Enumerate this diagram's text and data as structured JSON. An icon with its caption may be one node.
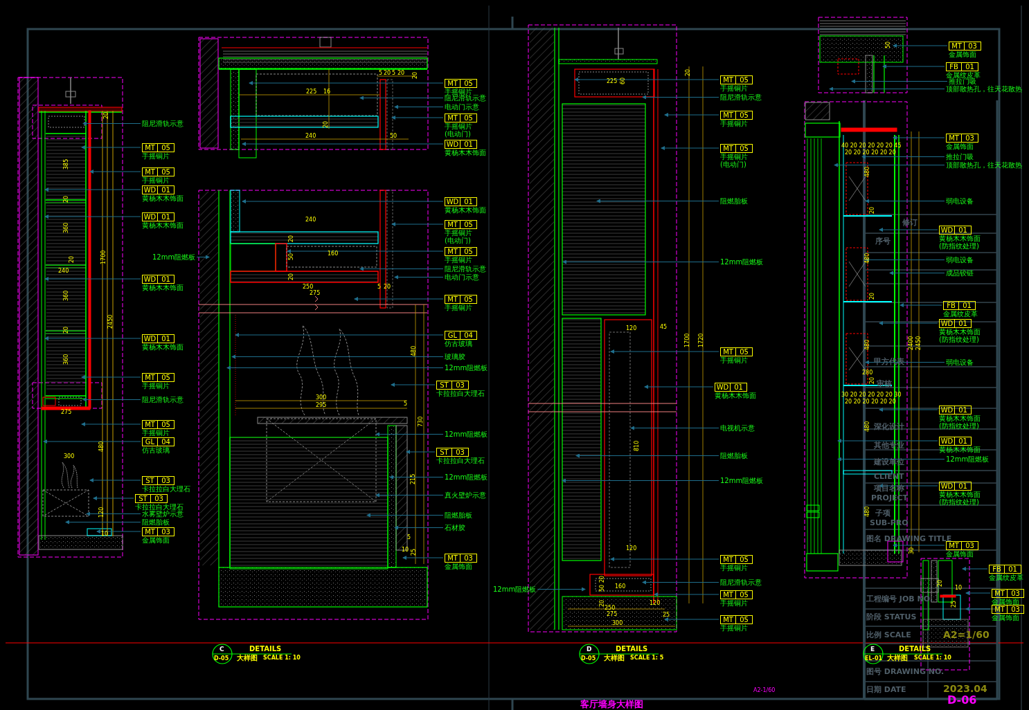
{
  "diagram": {
    "title": "客厅墙身大样图",
    "nodes": [
      {
        "text": [
          "阻尼滑轨示意"
        ]
      },
      {
        "text": [
          "MT",
          "05",
          "手摇铜片"
        ]
      },
      {
        "text": [
          "MT",
          "05",
          "手摇铜片"
        ]
      },
      {
        "text": [
          "WD",
          "01",
          "黄杨木木饰面"
        ]
      },
      {
        "text": [
          "WD",
          "01",
          "黄杨木木饰面"
        ]
      },
      {
        "text": [
          "12mm阻燃板"
        ]
      },
      {
        "text": [
          "WD",
          "01",
          "黄杨木木饰面"
        ]
      },
      {
        "text": [
          "WD",
          "01",
          "黄杨木木饰面"
        ]
      },
      {
        "text": [
          "MT",
          "05",
          "手摇铜片"
        ]
      },
      {
        "text": [
          "阻尼滑轨示意"
        ]
      },
      {
        "text": [
          "MT",
          "05",
          "手摇铜片"
        ]
      },
      {
        "text": [
          "GL",
          "04",
          "仿古玻璃"
        ]
      },
      {
        "text": [
          "ST",
          "03",
          "卡拉拉白大理石"
        ]
      },
      {
        "text": [
          "ST",
          "03",
          "卡拉拉白大理石"
        ]
      },
      {
        "text": [
          "水雾壁炉示意"
        ]
      },
      {
        "text": [
          "阻燃胎板"
        ]
      },
      {
        "text": [
          "MT",
          "03",
          "金属饰面"
        ]
      },
      {
        "text": [
          "MT",
          "05",
          "手摇铜片"
        ]
      },
      {
        "text": [
          "阻尼滑轨示意"
        ]
      },
      {
        "text": [
          "电动门示意"
        ]
      },
      {
        "text": [
          "MT",
          "05",
          "手摇铜片(电动门)"
        ]
      },
      {
        "text": [
          "WD",
          "01",
          "黄杨木木饰面"
        ]
      },
      {
        "text": [
          "WD",
          "01",
          "黄杨木木饰面"
        ]
      },
      {
        "text": [
          "MT",
          "05",
          "手摇铜片(电动门)"
        ]
      },
      {
        "text": [
          "MT",
          "05",
          "手摇铜片"
        ]
      },
      {
        "text": [
          "阻尼滑轨示意"
        ]
      },
      {
        "text": [
          "电动门示意"
        ]
      },
      {
        "text": [
          "MT",
          "05",
          "手摇铜片"
        ]
      },
      {
        "text": [
          "GL",
          "04",
          "仿古玻璃"
        ]
      },
      {
        "text": [
          "玻璃胶"
        ]
      },
      {
        "text": [
          "12mm阻燃板"
        ]
      },
      {
        "text": [
          "ST",
          "03",
          "卡拉拉白大理石"
        ]
      },
      {
        "text": [
          "12mm阻燃板"
        ]
      },
      {
        "text": [
          "ST",
          "03",
          "卡拉拉白大理石"
        ]
      },
      {
        "text": [
          "12mm阻燃板"
        ]
      },
      {
        "text": [
          "真火壁炉示意"
        ]
      },
      {
        "text": [
          "阻燃胎板"
        ]
      },
      {
        "text": [
          "石材胶"
        ]
      },
      {
        "text": [
          "MT",
          "03",
          "金属饰面"
        ]
      },
      {
        "text": [
          "MT",
          "05",
          "手摇铜片"
        ]
      },
      {
        "text": [
          "阻尼滑轨示意"
        ]
      },
      {
        "text": [
          "MT",
          "05",
          "手摇铜片"
        ]
      },
      {
        "text": [
          "MT",
          "05",
          "手摇铜片(电动门)"
        ]
      },
      {
        "text": [
          "阻燃胎板"
        ]
      },
      {
        "text": [
          "12mm阻燃板"
        ]
      },
      {
        "text": [
          "MT",
          "05",
          "手摇铜片"
        ]
      },
      {
        "text": [
          "WD",
          "01",
          "黄杨木木饰面"
        ]
      },
      {
        "text": [
          "电视机示意"
        ]
      },
      {
        "text": [
          "阻燃胎板"
        ]
      },
      {
        "text": [
          "12mm阻燃板"
        ]
      },
      {
        "text": [
          "MT",
          "05",
          "手摇铜片"
        ]
      },
      {
        "text": [
          "阻尼滑轨示意"
        ]
      },
      {
        "text": [
          "MT",
          "05",
          "手摇铜片"
        ]
      },
      {
        "text": [
          "MT",
          "05",
          "手摇铜片"
        ]
      },
      {
        "text": [
          "12mm阻燃板"
        ]
      },
      {
        "text": [
          "MT",
          "03",
          "金属饰面"
        ]
      },
      {
        "text": [
          "FB",
          "01",
          "金属纹皮革"
        ]
      },
      {
        "text": [
          "推拉门吸"
        ]
      },
      {
        "text": [
          "顶部散热孔，往天花散热"
        ]
      },
      {
        "text": [
          "MT",
          "03",
          "金属饰面"
        ]
      },
      {
        "text": [
          "推拉门吸"
        ]
      },
      {
        "text": [
          "顶部散热孔，往天花散热"
        ]
      },
      {
        "text": [
          "弱电设备"
        ]
      },
      {
        "text": [
          "WD",
          "01",
          "黄杨木木饰面(防指纹处理)"
        ]
      },
      {
        "text": [
          "弱电设备"
        ]
      },
      {
        "text": [
          "成品铰链"
        ]
      },
      {
        "text": [
          "FB",
          "01",
          "金属纹皮革"
        ]
      },
      {
        "text": [
          "WD",
          "01",
          "黄杨木木饰面(防指纹处理)"
        ]
      },
      {
        "text": [
          "弱电设备"
        ]
      },
      {
        "text": [
          "WD",
          "01",
          "黄杨木木饰面(防指纹处理)"
        ]
      },
      {
        "text": [
          "WD",
          "01",
          "黄杨木木饰面"
        ]
      },
      {
        "text": [
          "12mm阻燃板"
        ]
      },
      {
        "text": [
          "WD",
          "01",
          "黄杨木木饰面(防指纹处理)"
        ]
      },
      {
        "text": [
          "MT",
          "03",
          "金属饰面"
        ]
      },
      {
        "text": [
          "FB",
          "01",
          "金属纹皮革"
        ]
      },
      {
        "text": [
          "MT",
          "03",
          "金属饰面"
        ]
      },
      {
        "text": [
          "MT",
          "03",
          "金属饰面"
        ]
      },
      {
        "text": [],
        "shape": "picture"
      },
      {
        "text": [],
        "shape": "picture"
      },
      {
        "text": [],
        "shape": "picture"
      },
      {
        "text": [],
        "shape": "picture"
      },
      {
        "text": [],
        "shape": "picture"
      },
      {
        "text": [],
        "shape": "picture"
      }
    ],
    "edges": [
      {
        "from": 0,
        "to": 77,
        "arrow": "to"
      },
      {
        "from": 1,
        "to": 77,
        "arrow": "to"
      },
      {
        "from": 2,
        "to": 77,
        "arrow": "to"
      },
      {
        "from": 3,
        "to": 77,
        "arrow": "to"
      },
      {
        "from": 4,
        "to": 77,
        "arrow": "to"
      },
      {
        "from": 5,
        "to": 79,
        "arrow": "to"
      },
      {
        "from": 6,
        "to": 77,
        "arrow": "to"
      },
      {
        "from": 7,
        "to": 77,
        "arrow": "to"
      },
      {
        "from": 8,
        "to": 77,
        "arrow": "to"
      },
      {
        "from": 9,
        "to": 77,
        "arrow": "to"
      },
      {
        "from": 10,
        "to": 77,
        "arrow": "to"
      },
      {
        "from": 11,
        "to": 77,
        "arrow": "to"
      },
      {
        "from": 12,
        "to": 77,
        "arrow": "to"
      },
      {
        "from": 13,
        "to": 77,
        "arrow": "to"
      },
      {
        "from": 14,
        "to": 77,
        "arrow": "to"
      },
      {
        "from": 15,
        "to": 77,
        "arrow": "to"
      },
      {
        "from": 16,
        "to": 77,
        "arrow": "to"
      },
      {
        "from": 17,
        "to": 78,
        "arrow": "to"
      },
      {
        "from": 18,
        "to": 78,
        "arrow": "to"
      },
      {
        "from": 19,
        "to": 78,
        "arrow": "to"
      },
      {
        "from": 20,
        "to": 78,
        "arrow": "to"
      },
      {
        "from": 21,
        "to": 78,
        "arrow": "to"
      },
      {
        "from": 22,
        "to": 79,
        "arrow": "to"
      },
      {
        "from": 23,
        "to": 79,
        "arrow": "to"
      },
      {
        "from": 24,
        "to": 79,
        "arrow": "to"
      },
      {
        "from": 25,
        "to": 79,
        "arrow": "to"
      },
      {
        "from": 26,
        "to": 79,
        "arrow": "to"
      },
      {
        "from": 27,
        "to": 79,
        "arrow": "to"
      },
      {
        "from": 28,
        "to": 79,
        "arrow": "to"
      },
      {
        "from": 29,
        "to": 79,
        "arrow": "to"
      },
      {
        "from": 30,
        "to": 79,
        "arrow": "to"
      },
      {
        "from": 31,
        "to": 79,
        "arrow": "to"
      },
      {
        "from": 32,
        "to": 79,
        "arrow": "to"
      },
      {
        "from": 33,
        "to": 79,
        "arrow": "to"
      },
      {
        "from": 34,
        "to": 79,
        "arrow": "to"
      },
      {
        "from": 35,
        "to": 79,
        "arrow": "to"
      },
      {
        "from": 36,
        "to": 79,
        "arrow": "to"
      },
      {
        "from": 37,
        "to": 79,
        "arrow": "to"
      },
      {
        "from": 38,
        "to": 79,
        "arrow": "to"
      },
      {
        "from": 39,
        "to": 80,
        "arrow": "to"
      },
      {
        "from": 40,
        "to": 80,
        "arrow": "to"
      },
      {
        "from": 41,
        "to": 80,
        "arrow": "to"
      },
      {
        "from": 42,
        "to": 80,
        "arrow": "to"
      },
      {
        "from": 43,
        "to": 80,
        "arrow": "to"
      },
      {
        "from": 44,
        "to": 80,
        "arrow": "to"
      },
      {
        "from": 45,
        "to": 80,
        "arrow": "to"
      },
      {
        "from": 46,
        "to": 80,
        "arrow": "to"
      },
      {
        "from": 47,
        "to": 80,
        "arrow": "to"
      },
      {
        "from": 48,
        "to": 80,
        "arrow": "to"
      },
      {
        "from": 49,
        "to": 80,
        "arrow": "to"
      },
      {
        "from": 50,
        "to": 80,
        "arrow": "to"
      },
      {
        "from": 51,
        "to": 80,
        "arrow": "to"
      },
      {
        "from": 52,
        "to": 80,
        "arrow": "to"
      },
      {
        "from": 53,
        "to": 80,
        "arrow": "to"
      },
      {
        "from": 54,
        "to": 80,
        "arrow": "to"
      },
      {
        "from": 55,
        "to": 81,
        "arrow": "to"
      },
      {
        "from": 56,
        "to": 81,
        "arrow": "to"
      },
      {
        "from": 57,
        "to": 81,
        "arrow": "to"
      },
      {
        "from": 58,
        "to": 81,
        "arrow": "to"
      },
      {
        "from": 59,
        "to": 81,
        "arrow": "to"
      },
      {
        "from": 60,
        "to": 81,
        "arrow": "to"
      },
      {
        "from": 61,
        "to": 81,
        "arrow": "to"
      },
      {
        "from": 62,
        "to": 81,
        "arrow": "to"
      },
      {
        "from": 63,
        "to": 81,
        "arrow": "to"
      },
      {
        "from": 64,
        "to": 81,
        "arrow": "to"
      },
      {
        "from": 65,
        "to": 81,
        "arrow": "to"
      },
      {
        "from": 66,
        "to": 81,
        "arrow": "to"
      },
      {
        "from": 67,
        "to": 81,
        "arrow": "to"
      },
      {
        "from": 68,
        "to": 81,
        "arrow": "to"
      },
      {
        "from": 69,
        "to": 81,
        "arrow": "to"
      },
      {
        "from": 70,
        "to": 81,
        "arrow": "to"
      },
      {
        "from": 71,
        "to": 81,
        "arrow": "to"
      },
      {
        "from": 72,
        "to": 81,
        "arrow": "to"
      },
      {
        "from": 73,
        "to": 81,
        "arrow": "to"
      },
      {
        "from": 74,
        "to": 82,
        "arrow": "to"
      },
      {
        "from": 75,
        "to": 82,
        "arrow": "to"
      },
      {
        "from": 76,
        "to": 82,
        "arrow": "to"
      }
    ],
    "labels": [
      "20",
      "385",
      "20",
      "360",
      "240",
      "20",
      "360",
      "20",
      "360",
      "1700",
      "2450",
      "275",
      "300",
      "480",
      "120",
      "10",
      "5",
      "20",
      "5",
      "20",
      "20",
      "225",
      "16",
      "20",
      "240",
      "50",
      "240",
      "20",
      "50",
      "160",
      "20",
      "250",
      "275",
      "5",
      "20",
      "480",
      "300",
      "295",
      "5",
      "730",
      "215",
      "5",
      "10",
      "25",
      "20",
      "225",
      "60",
      "120",
      "45",
      "1700",
      "1720",
      "810",
      "120",
      "20",
      "50",
      "160",
      "20",
      "250",
      "275",
      "120",
      "25",
      "300",
      "50",
      "40 20 20 20 20 20 45",
      "20 20 20 20 20 20",
      "480",
      "20",
      "480",
      "20",
      "480",
      "280",
      "20",
      "30 20 20 20 20 20 30",
      "20 20 20 20 20 20",
      "480",
      "480",
      "2400",
      "2450",
      "30",
      "20",
      "10",
      "25",
      "C",
      "D-05",
      "DETAILS",
      "大样图",
      "SCALE 1: 10",
      "D",
      "D-05",
      "DETAILS",
      "大样图",
      "SCALE 1: 5",
      "E",
      "EL-01",
      "DETAILS",
      "大样图",
      "SCALE 1: 10",
      "修订",
      "序号",
      "甲方代表",
      "审核",
      "深化设计",
      "其他专业",
      "建设单位",
      "CLIENT",
      "项目名称",
      "PROJECT",
      "子项",
      "SUB-PRO",
      "图名 DRAWING TITLE",
      "工程编号 JOB NO.",
      "阶段 STATUS",
      "比例 SCALE",
      "A2=1/60",
      "图号 DRAWING NO.",
      "日期 DATE",
      "2023.04",
      "D-06",
      "A2-1/60"
    ]
  }
}
